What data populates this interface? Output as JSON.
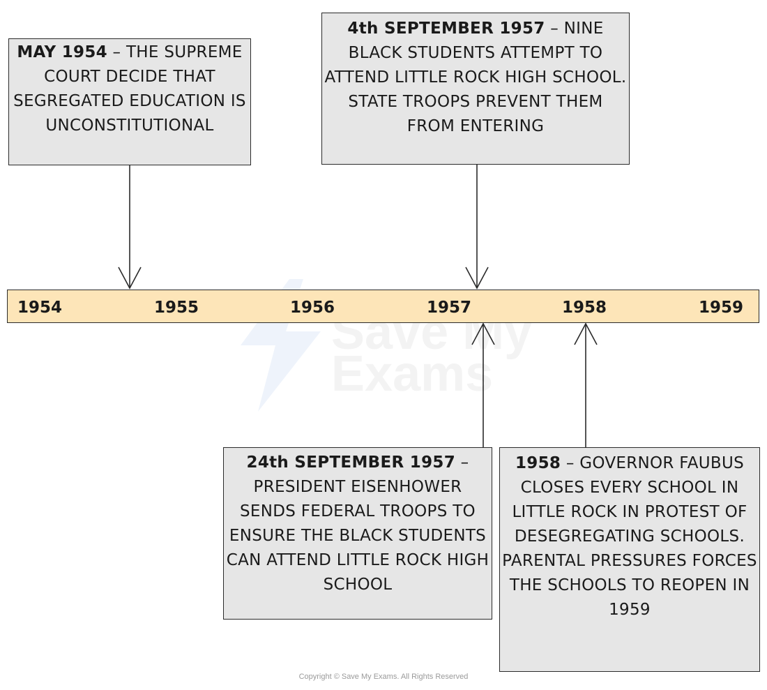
{
  "events": [
    {
      "date": "MAY 1954",
      "text": "– THE SUPREME COURT DECIDE THAT SEGREGATED EDUCATION IS UNCONSTITUTIONAL"
    },
    {
      "date": "4th SEPTEMBER 1957",
      "text": "– NINE BLACK STUDENTS ATTEMPT TO ATTEND LITTLE ROCK HIGH SCHOOL. STATE TROOPS PREVENT THEM FROM ENTERING"
    },
    {
      "date": "24th SEPTEMBER 1957",
      "text": "– PRESIDENT EISENHOWER SENDS FEDERAL TROOPS TO ENSURE THE BLACK STUDENTS CAN ATTEND LITTLE ROCK HIGH SCHOOL"
    },
    {
      "date": "1958",
      "text": "– GOVERNOR FAUBUS CLOSES EVERY SCHOOL IN LITTLE ROCK IN PROTEST OF DESEGREGATING SCHOOLS. PARENTAL PRESSURES FORCES THE SCHOOLS TO REOPEN IN 1959"
    }
  ],
  "timeline": {
    "years": [
      "1954",
      "1955",
      "1956",
      "1957",
      "1958",
      "1959"
    ],
    "bar_color": "#fde5b8"
  },
  "box_color": "#e6e6e6",
  "watermark": {
    "line1": "Save My",
    "line2": "Exams"
  },
  "copyright": "Copyright © Save My Exams. All Rights Reserved"
}
